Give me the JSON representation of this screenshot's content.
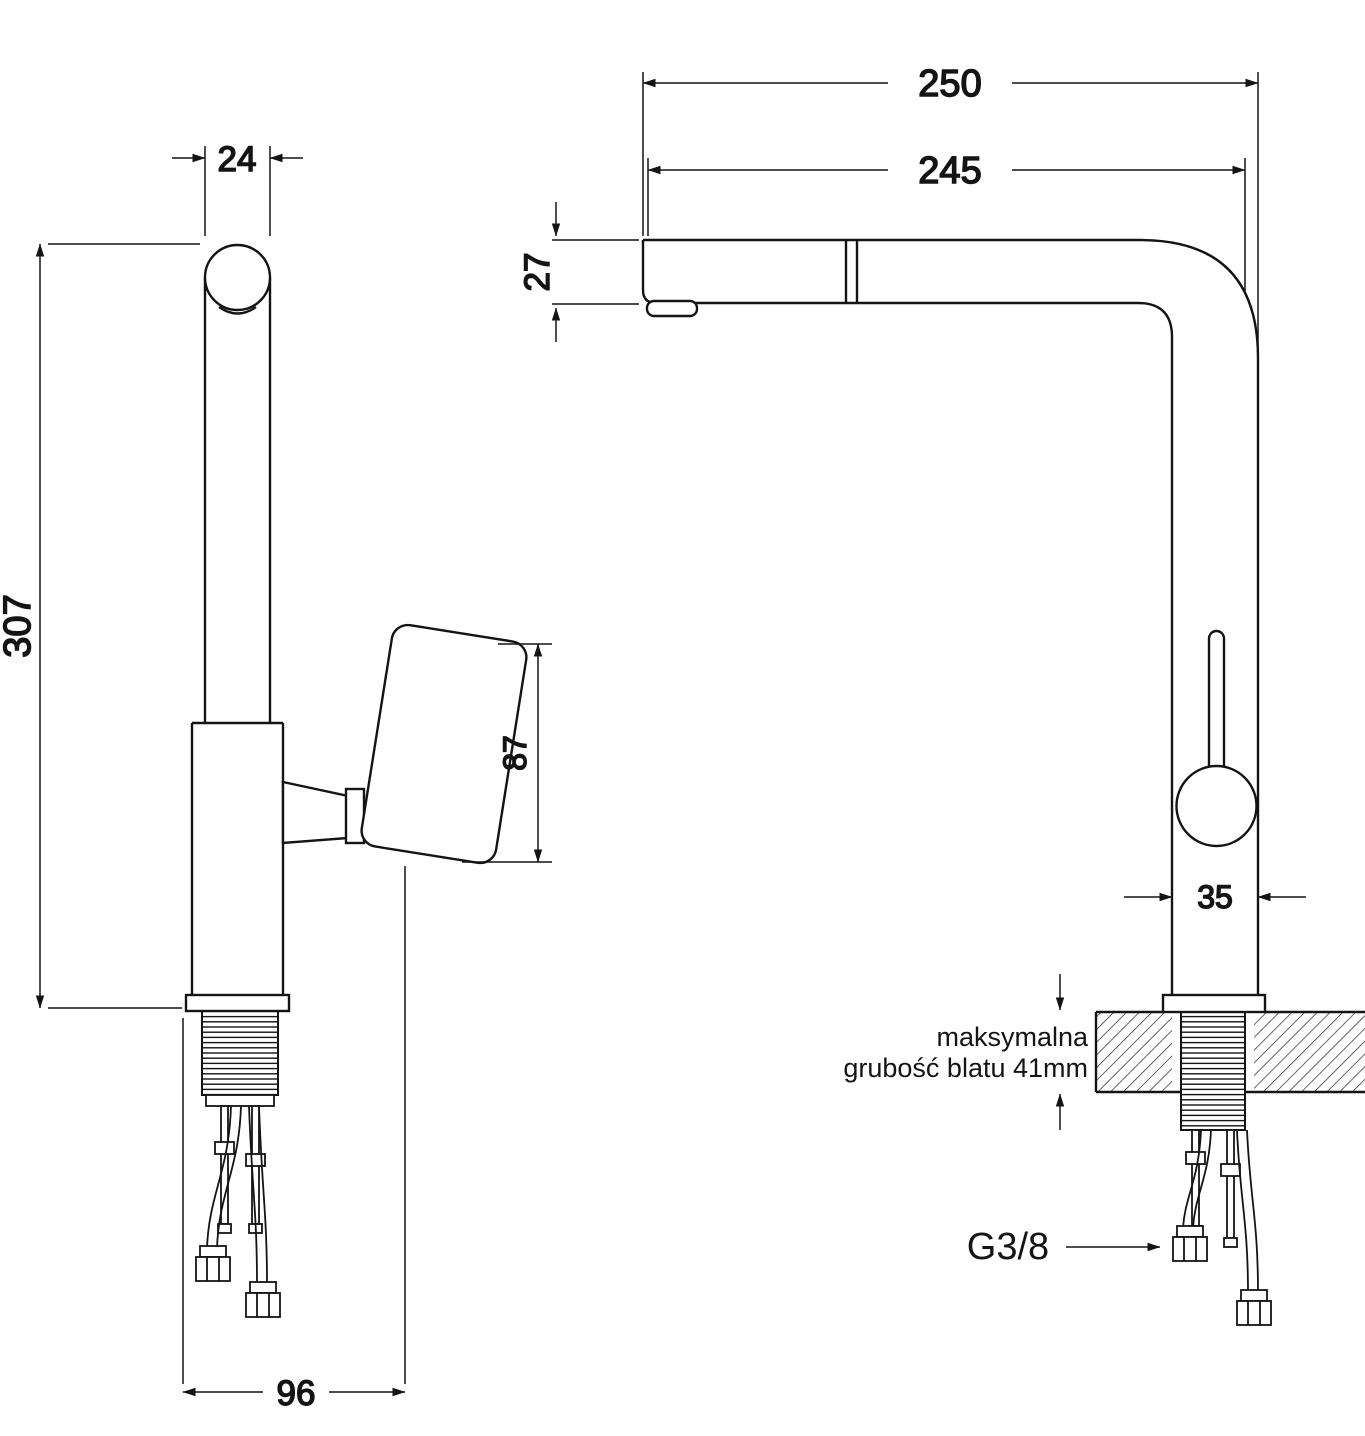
{
  "side_view": {
    "dim_spout_width": "24",
    "dim_total_height": "307",
    "dim_handle_height": "87",
    "dim_base_reach": "96"
  },
  "front_view": {
    "dim_total_reach": "250",
    "dim_spout_reach": "245",
    "dim_spout_end_height": "27",
    "dim_body_diameter": "35",
    "thread_label": "G3/8"
  },
  "countertop": {
    "note_line1": "maksymalna",
    "note_line2": "grubość blatu 41mm"
  }
}
